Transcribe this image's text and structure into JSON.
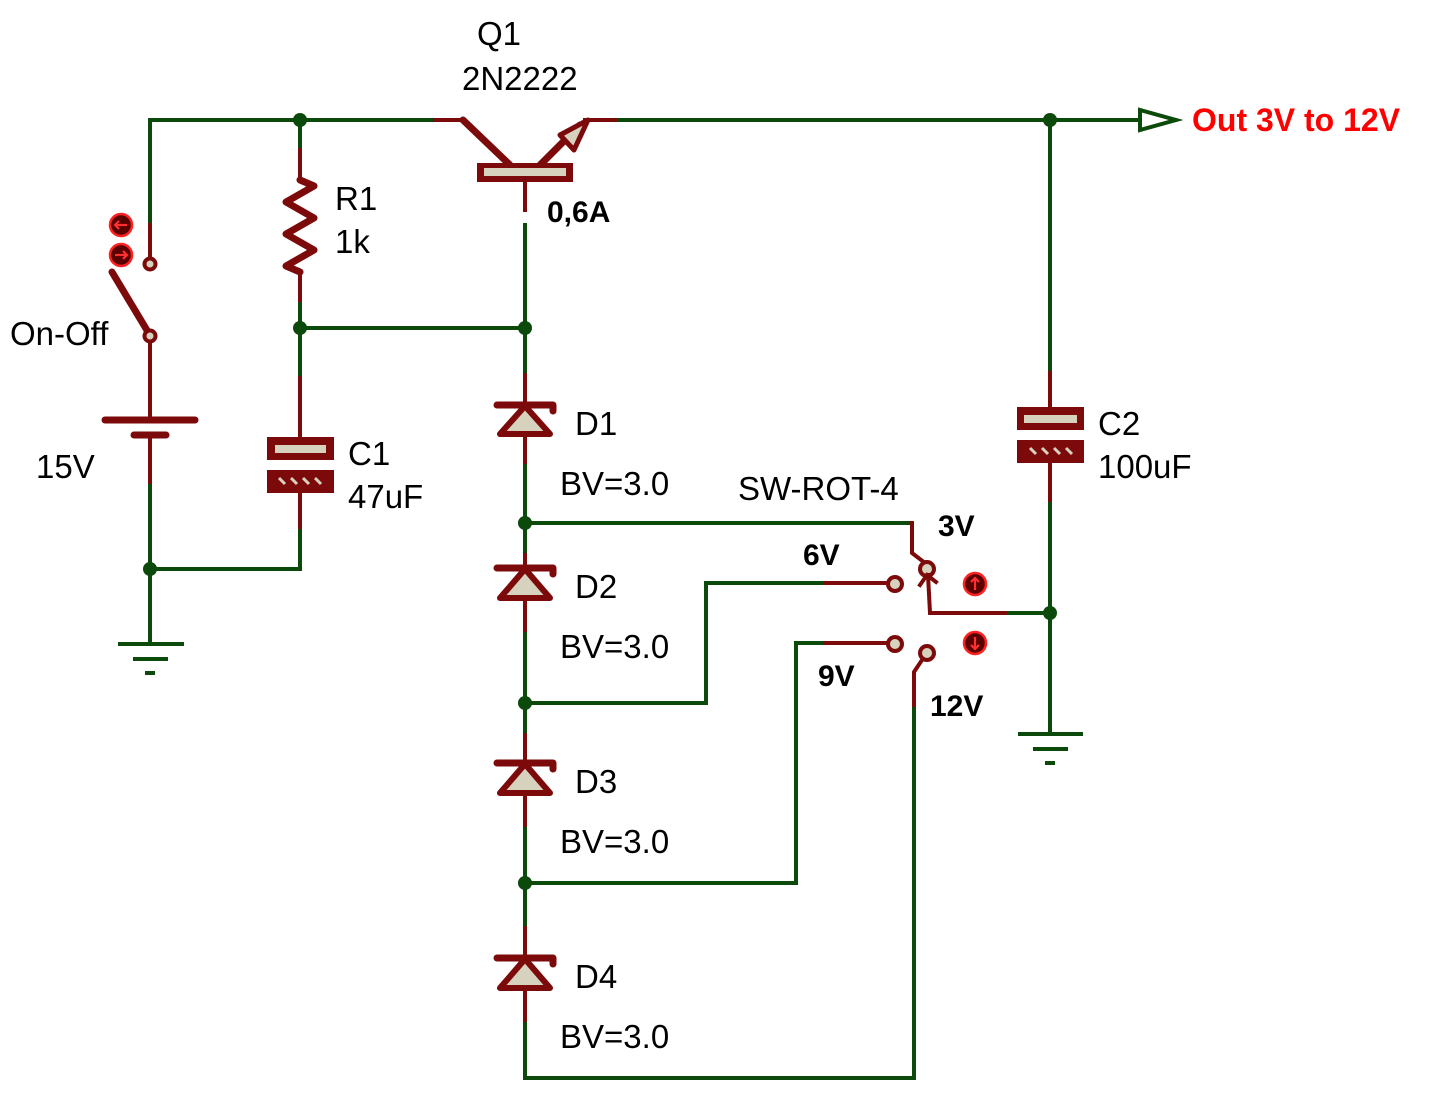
{
  "title": "Adjustable Zener Regulated Power Supply 3V to 12V",
  "colors": {
    "wire": "#0b4a0b",
    "component": "#7d0a0a",
    "fill": "#d6d2be",
    "output_label": "#ff0000",
    "text": "#000000"
  },
  "components": {
    "q1": {
      "ref": "Q1",
      "value": "2N2222",
      "current": "0,6A"
    },
    "r1": {
      "ref": "R1",
      "value": "1k"
    },
    "c1": {
      "ref": "C1",
      "value": "47uF"
    },
    "c2": {
      "ref": "C2",
      "value": "100uF"
    },
    "battery": {
      "value": "15V"
    },
    "switch_power": {
      "label": "On-Off",
      "state": "open"
    },
    "diodes": [
      {
        "ref": "D1",
        "value": "BV=3.0"
      },
      {
        "ref": "D2",
        "value": "BV=3.0"
      },
      {
        "ref": "D3",
        "value": "BV=3.0"
      },
      {
        "ref": "D4",
        "value": "BV=3.0"
      }
    ],
    "rotary_switch": {
      "ref": "SW-ROT-4",
      "positions": [
        "3V",
        "6V",
        "9V",
        "12V"
      ],
      "selected": "3V"
    }
  },
  "output": {
    "label": "Out 3V to 12V"
  },
  "icons": {
    "on_off_up": "arrow-left-icon",
    "on_off_down": "arrow-right-icon",
    "rot_up": "arrow-up-icon",
    "rot_down": "arrow-down-icon"
  }
}
